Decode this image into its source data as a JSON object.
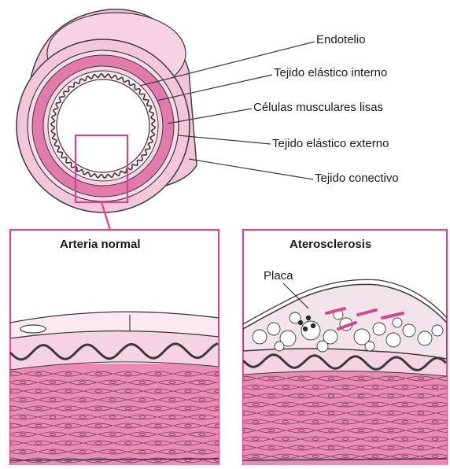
{
  "colors": {
    "magenta": "#d4468f",
    "pink_light": "#f6d9e6",
    "pink_mid": "#f0aac9",
    "pink_tissue": "#e98bb5",
    "line": "#3a3a3a"
  },
  "vessel": {
    "labels": [
      {
        "text": "Endotelio"
      },
      {
        "text": "Tejido elástico interno"
      },
      {
        "text": "Células musculares lisas"
      },
      {
        "text": "Tejido elástico externo"
      },
      {
        "text": "Tejido conectivo"
      }
    ]
  },
  "panels": {
    "normal": {
      "title": "Arteria normal"
    },
    "aterosclerosis": {
      "title": "Aterosclerosis",
      "plaque_label": "Placa"
    }
  }
}
